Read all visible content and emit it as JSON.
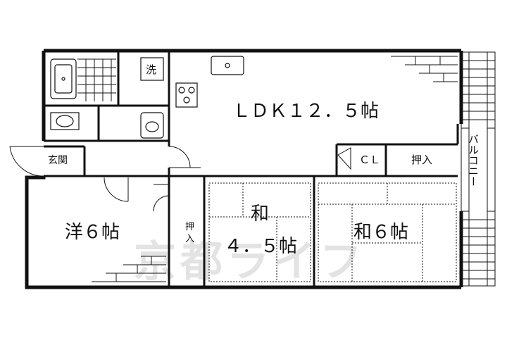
{
  "rooms": {
    "ldk": "ＬＤＫ１２．５帖",
    "wa45_top": "和",
    "wa45_bottom": "４．５帖",
    "wa6": "和６帖",
    "yo6": "洋６帖"
  },
  "labels": {
    "genkan": "玄関",
    "sen": "洗",
    "cl": "ＣＬ",
    "oshiire": "押入",
    "oshiire_small_1": "押",
    "oshiire_small_2": "入",
    "balcony": "バルコニー"
  },
  "watermark": "京都ライフ"
}
